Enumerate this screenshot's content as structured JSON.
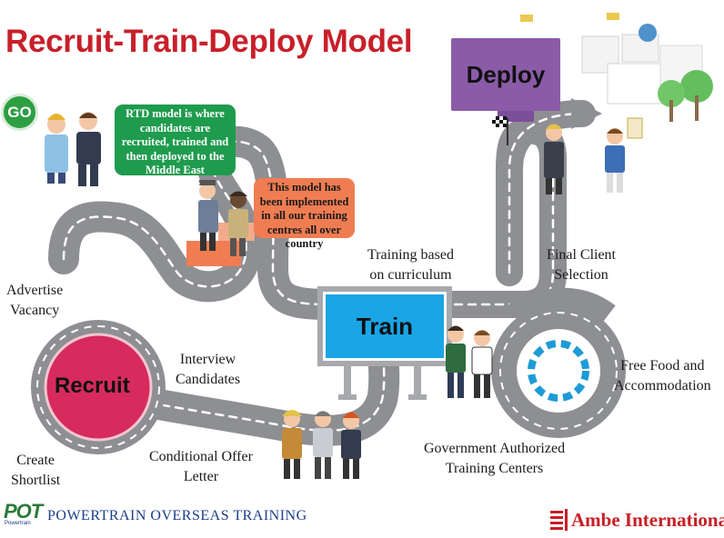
{
  "title": "Recruit-Train-Deploy Model",
  "go_badge": "GO",
  "stages": {
    "recruit": "Recruit",
    "train": "Train",
    "deploy": "Deploy"
  },
  "callouts": {
    "green": "RTD model is where candidates are recruited, trained and then deployed to the Middle East companies",
    "orange": "This model has been implemented in all our training centres all over country"
  },
  "steps": {
    "advertise": [
      "Advertise",
      "Vacancy"
    ],
    "shortlist": [
      "Create",
      "Shortlist"
    ],
    "interview": [
      "Interview",
      "Candidates"
    ],
    "offer": [
      "Conditional Offer",
      "Letter"
    ],
    "training_curriculum": [
      "Training based",
      "on curriculum"
    ],
    "govt_centers": [
      "Government Authorized",
      "Training Centers"
    ],
    "client_selection": [
      "Final Client",
      "Selection"
    ],
    "food": [
      "Free Food and",
      "Accommodation"
    ]
  },
  "logos": {
    "pot_letters": "POT",
    "pot_sub": "Powertrain",
    "powertrain_brand": "POWERTRAIN OVERSEAS TRAINING",
    "ambe_brand": "Ambe International"
  },
  "colors": {
    "title": "#c8202a",
    "road": "#8e8f92",
    "recruit_circle": "#d62b5c",
    "train_board": "#1aa5e6",
    "deploy_board": "#8b5ba8",
    "callout_green": "#1f9b4e",
    "callout_orange": "#f07d52",
    "ambe_red": "#c81e25",
    "powertrain_blue": "#1a3d8a"
  }
}
